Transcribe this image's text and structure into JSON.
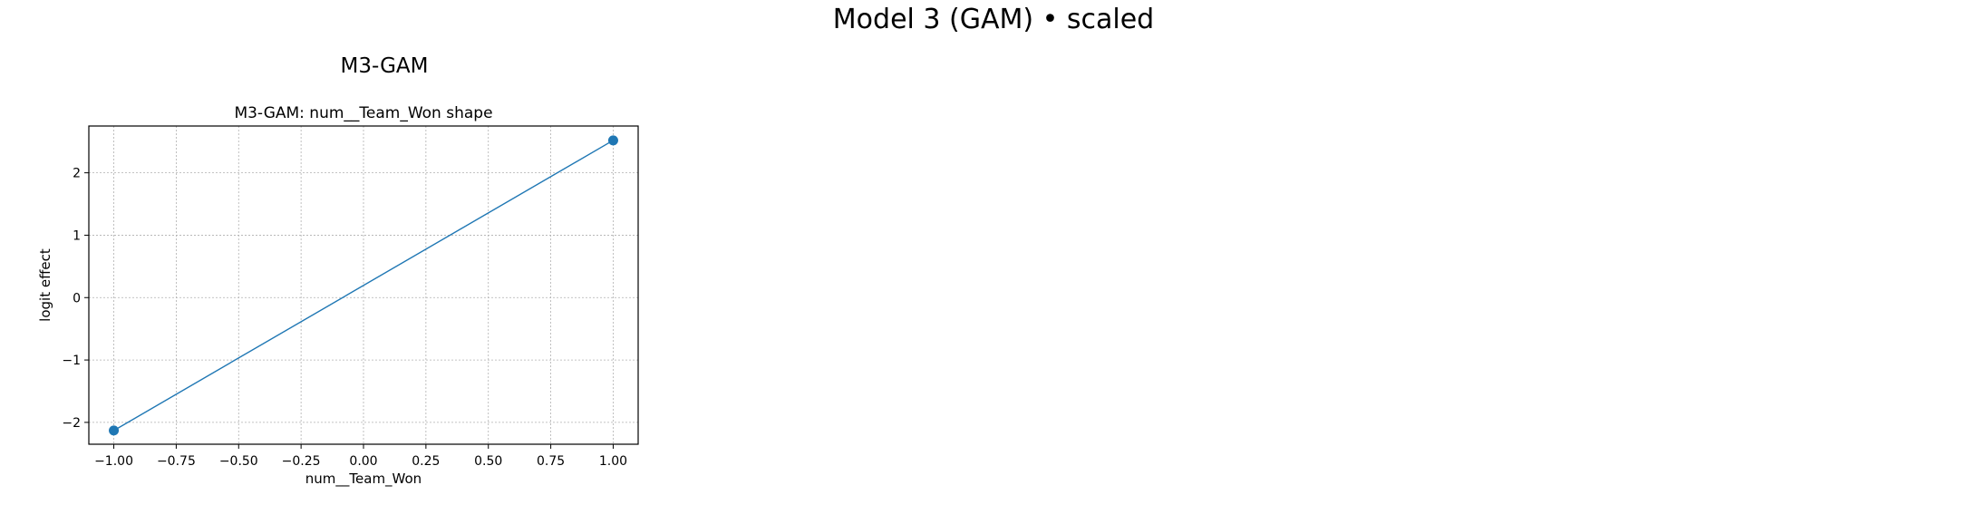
{
  "figure": {
    "suptitle": "Model 3 (GAM) • scaled",
    "panel_title": "M3-GAM"
  },
  "chart_data": {
    "type": "line",
    "title": "M3-GAM: num__Team_Won shape",
    "xlabel": "num__Team_Won",
    "ylabel": "logit effect",
    "xlim": [
      -1.1,
      1.1
    ],
    "ylim": [
      -2.35,
      2.75
    ],
    "xticks": [
      -1.0,
      -0.75,
      -0.5,
      -0.25,
      0.0,
      0.25,
      0.5,
      0.75,
      1.0
    ],
    "xtick_labels": [
      "−1.00",
      "−0.75",
      "−0.50",
      "−0.25",
      "0.00",
      "0.25",
      "0.50",
      "0.75",
      "1.00"
    ],
    "yticks": [
      -2,
      -1,
      0,
      1,
      2
    ],
    "ytick_labels": [
      "−2",
      "−1",
      "0",
      "1",
      "2"
    ],
    "grid": true,
    "color": "#1f77b4",
    "series": [
      {
        "x": [
          -1.0,
          1.0
        ],
        "y": [
          -2.13,
          2.52
        ]
      }
    ]
  }
}
